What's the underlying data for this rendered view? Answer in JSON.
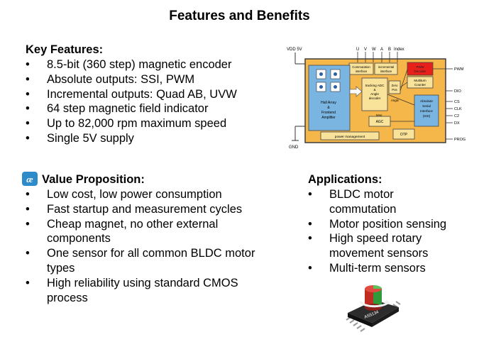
{
  "title": "Features and Benefits",
  "key_features": {
    "heading": "Key Features:",
    "items": [
      "8.5-bit (360 step) magnetic encoder",
      "Absolute outputs: SSI, PWM",
      "Incremental outputs: Quad AB, UVW",
      "64 step magnetic field indicator",
      "Up to 82,000 rpm maximum speed",
      "Single 5V supply"
    ]
  },
  "value_proposition": {
    "heading": "Value Proposition:",
    "items": [
      "Low cost, low power consumption",
      "Fast startup and measurement cycles",
      "Cheap magnet, no other external components",
      "One sensor for all common BLDC motor types",
      "High reliability using standard CMOS process"
    ]
  },
  "applications": {
    "heading": "Applications:",
    "items": [
      "BLDC motor commutation",
      "Motor position sensing",
      "High speed rotary movement sensors",
      "Multi-term sensors"
    ]
  },
  "block_diagram": {
    "vdd": "VDD 5V",
    "gnd": "GND",
    "top_pins": [
      "U",
      "V",
      "W",
      "A",
      "B",
      "Index"
    ],
    "right_pins": [
      "PWM",
      "DIO",
      "CS",
      "CLK",
      "C2",
      "DX",
      "PROG"
    ],
    "blocks": {
      "hall": [
        "Hall Array",
        "&",
        "Frontend",
        "Amplifier"
      ],
      "tracking": [
        "tracking ADC",
        "&",
        "Angle",
        "decoder"
      ],
      "zero": [
        "Zero",
        "Pos"
      ],
      "comm": [
        "Commutation",
        "interface"
      ],
      "incr": [
        "incremental",
        "interface"
      ],
      "pwm": [
        "PWM",
        "Decoder"
      ],
      "multi": [
        "Multiturn",
        "Counter"
      ],
      "ssi": [
        "Absolute",
        "Serial",
        "Interface",
        "(SSI)"
      ],
      "agc": "AGC",
      "otp": "OTP",
      "power": "power management",
      "mag": "Mag",
      "angle": "Angle",
      "agc_small": "AGC"
    },
    "colors": {
      "board": "#f6b74a",
      "hall": "#7ab4e0",
      "track": "#f9e29a",
      "pwm": "#e8201c",
      "frame": "#3f3f3f"
    }
  },
  "chip_label": "AS5134",
  "logo_icon": "ams-logo-icon"
}
